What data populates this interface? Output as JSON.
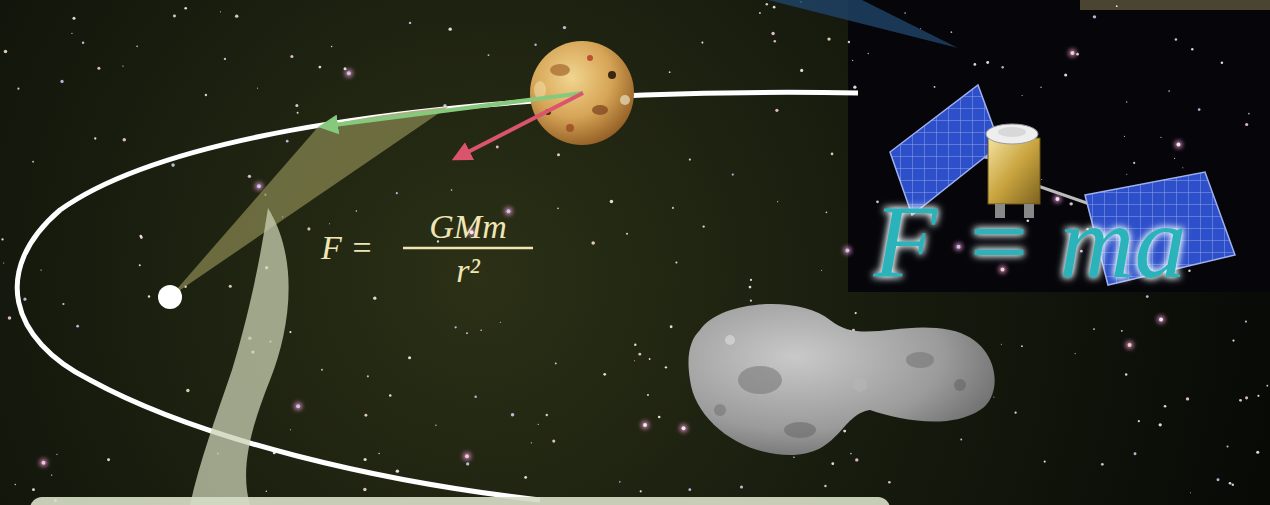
{
  "diagram": {
    "labels": [
      "F =",
      "GMm",
      "r²",
      "F = ma"
    ]
  }
}
